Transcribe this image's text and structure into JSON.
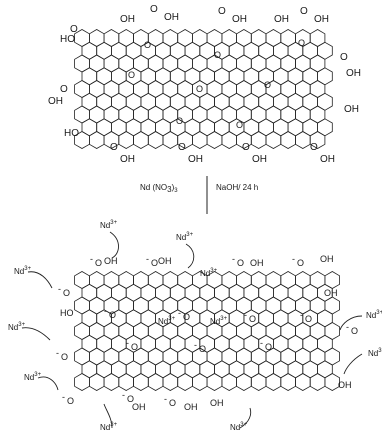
{
  "reaction": {
    "reagent": "Nd (NO3)3",
    "reagent_base": "Nd (NO",
    "reagent_sub": "3",
    "reagent_close": ")",
    "reagent_sub2": "3",
    "condition": "NaOH/ 24 h"
  },
  "top": {
    "cooh": [
      "HO",
      "OH",
      "OH",
      "OH",
      "OH",
      "OH",
      "OH",
      "OH",
      "OH"
    ],
    "oh": [
      "OH",
      "OH",
      "HO",
      "OH",
      "OH"
    ]
  },
  "bottom": {
    "nd_ion": "Nd",
    "nd_charge": "3+",
    "oxide": "O",
    "oh": "OH",
    "ho": "HO"
  }
}
